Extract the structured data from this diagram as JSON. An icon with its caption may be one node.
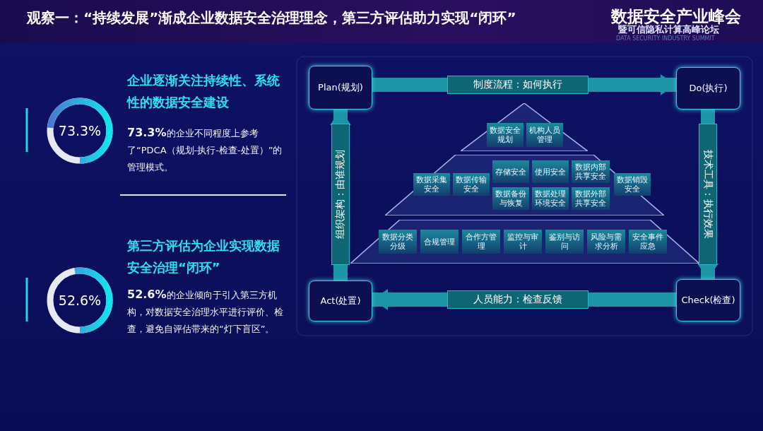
{
  "diagram": {
    "title": "观察一：“持续发展”渐成企业数据安全治理理念，第三方评估助力实现“闭环”",
    "nodes": [
      {
        "text": [
          "73.3%"
        ]
      },
      {
        "text": [
          "52.6%"
        ]
      },
      {
        "text": [
          "Plan(规划)"
        ]
      },
      {
        "text": [
          "Do(执行)"
        ]
      },
      {
        "text": [],
        "shape": "triangle"
      },
      {
        "text": [
          "数据安全规划"
        ],
        "in": 4
      },
      {
        "text": [
          "机构人员管理"
        ],
        "in": 4
      },
      {
        "text": [],
        "shape": "trapezoid"
      },
      {
        "text": [
          "数据采集安全"
        ],
        "in": 7
      },
      {
        "text": [
          "数据传输安全"
        ],
        "in": 7
      },
      {
        "text": [
          "存储安全"
        ],
        "in": 7
      },
      {
        "text": [
          "使用安全"
        ],
        "in": 7
      },
      {
        "text": [
          "数据内部共享安全"
        ],
        "in": 7
      },
      {
        "text": [
          "数据备份与恢复"
        ],
        "in": 7
      },
      {
        "text": [
          "数据处理环境安全"
        ],
        "in": 7
      },
      {
        "text": [
          "数据外部共享安全"
        ],
        "in": 7
      },
      {
        "text": [
          "数据销毁安全"
        ],
        "in": 7
      },
      {
        "text": [],
        "shape": "trapezoid"
      },
      {
        "text": [
          "数据分类分级"
        ],
        "in": 17
      },
      {
        "text": [
          "合规管理"
        ],
        "in": 17
      },
      {
        "text": [
          "合作方管理"
        ],
        "in": 17
      },
      {
        "text": [
          "监控与审计"
        ],
        "in": 17
      },
      {
        "text": [
          "鉴别与访问"
        ],
        "in": 17
      },
      {
        "text": [
          "风险与需求分析"
        ],
        "in": 17
      },
      {
        "text": [
          "安全事件应急"
        ],
        "in": 17
      },
      {
        "text": [
          "Act(处置)"
        ]
      },
      {
        "text": [
          "Check(检查)"
        ]
      }
    ],
    "edges": [
      {
        "from": 2,
        "to": 3,
        "arrow": "to",
        "label": "制度流程：如何执行"
      },
      {
        "from": 3,
        "to": 26,
        "arrow": "to",
        "label": "技术工具：执行效果"
      },
      {
        "from": 26,
        "to": 25,
        "arrow": "to",
        "label": "人员能力：检查反馈"
      },
      {
        "from": 25,
        "to": 2,
        "arrow": "to",
        "label": "组织架构：由谁规划"
      }
    ],
    "labels": [
      "数据安全产业峰会",
      "暨可信隐私计算高峰论坛",
      "DATA SECURITY INDUSTRY SUMMIT",
      "企业逐渐关注持续性、系统性的数据安全建设",
      "**73.3%**的企业不同程度上参考了“PDCA（规划-执行-检查-处置）”的管理模式。",
      "第三方评估为企业实现数据安全治理“闭环”",
      "**52.6%**的企业倾向于引入第三方机构，对数据安全治理水平进行评价、检查，避免自评估带来的“灯下盲区”。"
    ]
  }
}
